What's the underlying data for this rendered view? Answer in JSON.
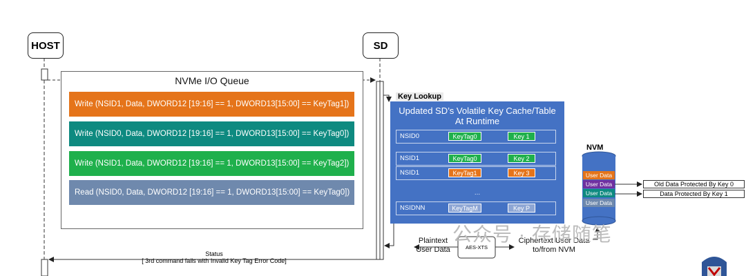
{
  "host_label": "HOST",
  "sd_label": "SD",
  "queue": {
    "title": "NVMe I/O Queue",
    "commands": [
      {
        "text": "Write (NSID1, Data,  DWORD12 [19:16] == 1, DWORD13[15:00] == KeyTag1])",
        "color": "#e5741a"
      },
      {
        "text": "Write (NSID0, Data,  DWORD12 [19:16] == 1, DWORD13[15:00] == KeyTag0])",
        "color": "#0e8a80"
      },
      {
        "text": "Write (NSID1, Data,  DWORD12 [19:16] == 1, DWORD13[15:00] == KeyTag2])",
        "color": "#1fb04c"
      },
      {
        "text": "Read (NSID0, Data,  DWORD12 [19:16] == 1, DWORD13[15:00] == KeyTag0])",
        "color": "#6f89ad"
      }
    ]
  },
  "key_lookup_label": "Key Lookup",
  "key_cache": {
    "title_line1": "Updated SD’s Volatile Key Cache/Table",
    "title_line2": "At Runtime",
    "rows": [
      {
        "ns": "NSID0",
        "tag": "KeyTag0",
        "key": "Key 1",
        "tag_color": "#1fb04c",
        "key_color": "#1fb04c"
      },
      {
        "ns": "NSID1",
        "tag": "KeyTag0",
        "key": "Key 2",
        "tag_color": "#1fb04c",
        "key_color": "#1fb04c"
      },
      {
        "ns": "NSID1",
        "tag": "KeyTag1",
        "key": "Key 3",
        "tag_color": "#e5741a",
        "key_color": "#e5741a"
      },
      {
        "ns": "NSIDNN",
        "tag": "KeyTagM",
        "key": "Key P",
        "tag_color": "#8ea6d4",
        "key_color": "#8ea6d4"
      }
    ],
    "ellipsis": "..."
  },
  "nvm": {
    "label": "NVM",
    "segments": [
      {
        "text": "User Data",
        "color": "#e5741a"
      },
      {
        "text": "User Data",
        "color": "#7030a0"
      },
      {
        "text": "User Data",
        "color": "#0e8a80"
      },
      {
        "text": "User Data",
        "color": "#6f89ad"
      }
    ],
    "outputs": [
      "Old Data Protected By Key 0",
      "Data Protected By Key 1"
    ]
  },
  "aes_label": "AES-XTS",
  "plaintext": {
    "line1": "Plaintext",
    "line2": "User Data"
  },
  "ciphertext": {
    "line1": "Ciphertext User Data",
    "line2": "to/from NVM"
  },
  "status": {
    "line1": "Status",
    "line2": "[ 3rd command fails with Invalid Key Tag Error Code]"
  },
  "watermark": {
    "text": "公众号 · 存储随笔"
  }
}
